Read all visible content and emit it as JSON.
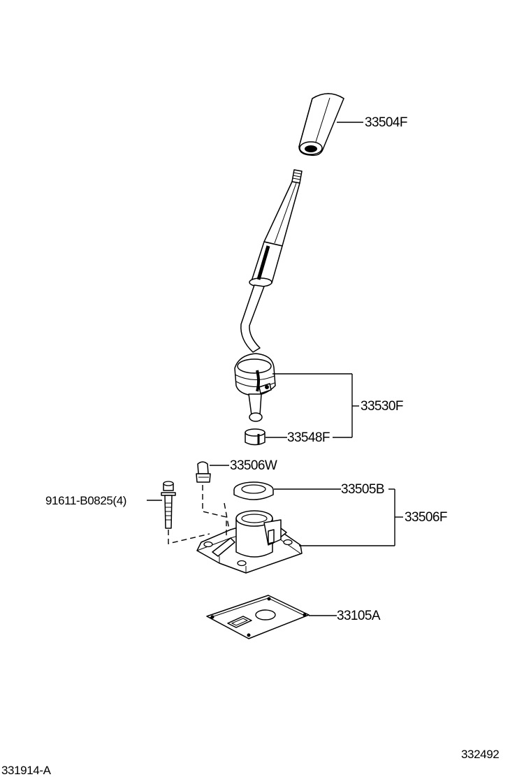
{
  "parts": {
    "shift_knob": "33504F",
    "lever_assy": "33530F",
    "bushing": "33548F",
    "breather_plug": "33506W",
    "bolt": "91611-B0825(4)",
    "seat": "33505B",
    "retainer_assy": "33506F",
    "cover": "33105A"
  },
  "footer": {
    "figure_code": "331914-A",
    "illustration_number": "332492"
  }
}
